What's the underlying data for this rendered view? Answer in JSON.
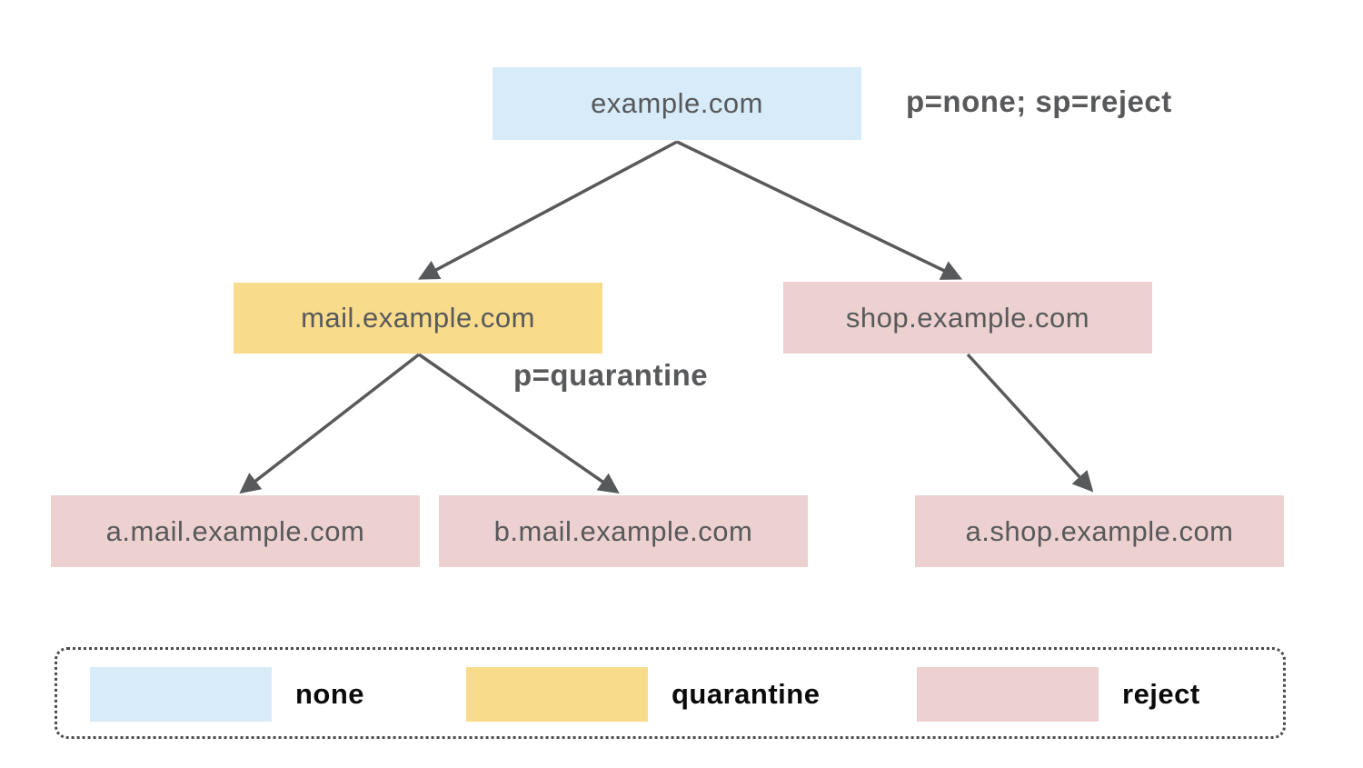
{
  "diagram": {
    "nodes": [
      {
        "label": "example.com",
        "policy": "none"
      },
      {
        "label": "mail.example.com",
        "policy": "quarantine"
      },
      {
        "label": "shop.example.com",
        "policy": "reject"
      },
      {
        "label": "a.mail.example.com",
        "policy": "reject"
      },
      {
        "label": "b.mail.example.com",
        "policy": "reject"
      },
      {
        "label": "a.shop.example.com",
        "policy": "reject"
      }
    ],
    "annotations": [
      {
        "text": "p=none; sp=reject",
        "attached_to": "example.com"
      },
      {
        "text": "p=quarantine",
        "attached_to": "mail.example.com"
      }
    ],
    "edges": [
      {
        "from": "example.com",
        "to": "mail.example.com"
      },
      {
        "from": "example.com",
        "to": "shop.example.com"
      },
      {
        "from": "mail.example.com",
        "to": "a.mail.example.com"
      },
      {
        "from": "mail.example.com",
        "to": "b.mail.example.com"
      },
      {
        "from": "shop.example.com",
        "to": "a.shop.example.com"
      }
    ]
  },
  "legend": {
    "items": [
      {
        "label": "none",
        "color": "#d7ebf9"
      },
      {
        "label": "quarantine",
        "color": "#f9db8c"
      },
      {
        "label": "reject",
        "color": "#ecd1d0"
      }
    ]
  },
  "colors": {
    "none": "#d7ebf9",
    "quarantine": "#f9db8c",
    "reject": "#ecd1d0",
    "arrow": "#58595b",
    "node_text": "#58595b",
    "annotation_text": "#58595b",
    "legend_text": "#0a0a0a",
    "background": "#ffffff"
  }
}
